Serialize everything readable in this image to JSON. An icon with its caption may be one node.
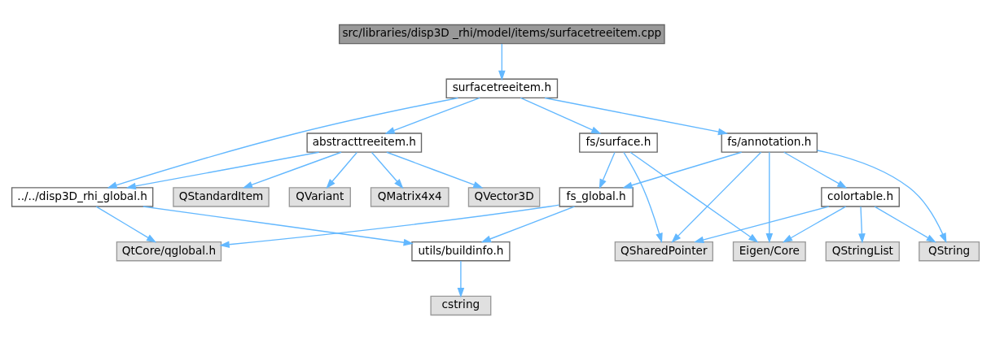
{
  "diagram": {
    "nodes": [
      {
        "text": [
          "src/libraries/disp3D _rhi/model/items/surfacetreeitem.cpp"
        ]
      },
      {
        "text": [
          "surfacetreeitem.h"
        ]
      },
      {
        "text": [
          "abstracttreeitem.h"
        ]
      },
      {
        "text": [
          "../../disp3D_rhi_global.h"
        ]
      },
      {
        "text": [
          "QStandardItem"
        ]
      },
      {
        "text": [
          "QVariant"
        ]
      },
      {
        "text": [
          "QMatrix4x4"
        ]
      },
      {
        "text": [
          "QVector3D"
        ]
      },
      {
        "text": [
          "fs/surface.h"
        ]
      },
      {
        "text": [
          "fs/annotation.h"
        ]
      },
      {
        "text": [
          "fs_global.h"
        ]
      },
      {
        "text": [
          "colortable.h"
        ]
      },
      {
        "text": [
          "QtCore/qglobal.h"
        ]
      },
      {
        "text": [
          "utils/buildinfo.h"
        ]
      },
      {
        "text": [
          "QSharedPointer"
        ]
      },
      {
        "text": [
          "Eigen/Core"
        ]
      },
      {
        "text": [
          "QStringList"
        ]
      },
      {
        "text": [
          "QString"
        ]
      },
      {
        "text": [
          "cstring"
        ]
      }
    ],
    "edges": [
      {
        "from": 0,
        "to": 1,
        "arrow": "to"
      },
      {
        "from": 1,
        "to": 3,
        "arrow": "to"
      },
      {
        "from": 1,
        "to": 2,
        "arrow": "to"
      },
      {
        "from": 1,
        "to": 8,
        "arrow": "to"
      },
      {
        "from": 1,
        "to": 9,
        "arrow": "to"
      },
      {
        "from": 2,
        "to": 3,
        "arrow": "to"
      },
      {
        "from": 2,
        "to": 4,
        "arrow": "to"
      },
      {
        "from": 2,
        "to": 5,
        "arrow": "to"
      },
      {
        "from": 2,
        "to": 6,
        "arrow": "to"
      },
      {
        "from": 2,
        "to": 7,
        "arrow": "to"
      },
      {
        "from": 3,
        "to": 12,
        "arrow": "to"
      },
      {
        "from": 3,
        "to": 13,
        "arrow": "to"
      },
      {
        "from": 8,
        "to": 10,
        "arrow": "to"
      },
      {
        "from": 8,
        "to": 14,
        "arrow": "to"
      },
      {
        "from": 8,
        "to": 15,
        "arrow": "to"
      },
      {
        "from": 9,
        "to": 10,
        "arrow": "to"
      },
      {
        "from": 9,
        "to": 14,
        "arrow": "to"
      },
      {
        "from": 9,
        "to": 15,
        "arrow": "to"
      },
      {
        "from": 9,
        "to": 11,
        "arrow": "to"
      },
      {
        "from": 9,
        "to": 17,
        "arrow": "to"
      },
      {
        "from": 10,
        "to": 12,
        "arrow": "to"
      },
      {
        "from": 10,
        "to": 13,
        "arrow": "to"
      },
      {
        "from": 11,
        "to": 14,
        "arrow": "to"
      },
      {
        "from": 11,
        "to": 15,
        "arrow": "to"
      },
      {
        "from": 11,
        "to": 16,
        "arrow": "to"
      },
      {
        "from": 11,
        "to": 17,
        "arrow": "to"
      },
      {
        "from": 13,
        "to": 18,
        "arrow": "to"
      }
    ]
  }
}
